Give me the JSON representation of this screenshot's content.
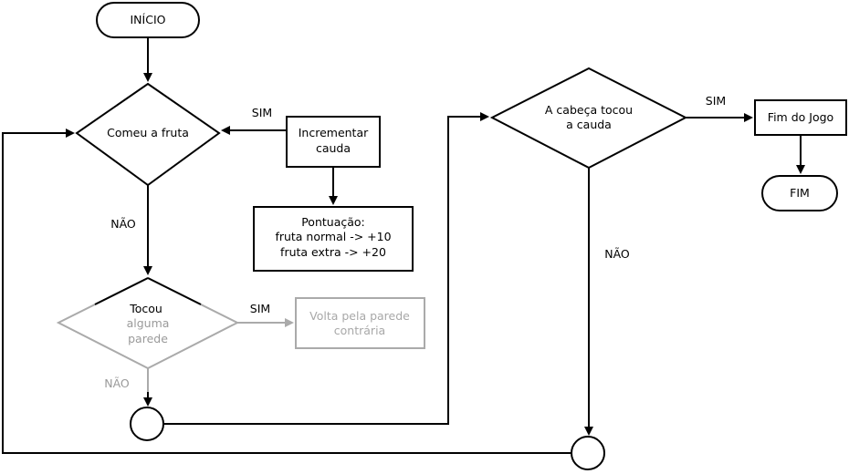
{
  "colors": {
    "stroke": "#000000",
    "inactive_stroke": "#aaaaaa",
    "inactive_text": "#9a9a9a",
    "background": "#ffffff"
  },
  "nodes": {
    "start": "INÍCIO",
    "ate_fruit": "Comeu a fruta",
    "increment_tail": [
      "Incrementar",
      "cauda"
    ],
    "score": [
      "Pontuação:",
      "fruta normal -> +10",
      "fruta extra -> +20"
    ],
    "touched_wall": [
      "Tocou",
      "alguma",
      "parede"
    ],
    "wrap_wall": [
      "Volta pela parede",
      "contrária"
    ],
    "head_touched_tail": [
      "A cabeça tocou",
      "a cauda"
    ],
    "game_over": "Fim do Jogo",
    "end": "FIM"
  },
  "labels": {
    "yes_fruit": "SIM",
    "no_fruit": "NÃO",
    "yes_wall": "SIM",
    "no_wall": "NÃO",
    "yes_tail": "SIM",
    "no_tail": "NÃO"
  }
}
